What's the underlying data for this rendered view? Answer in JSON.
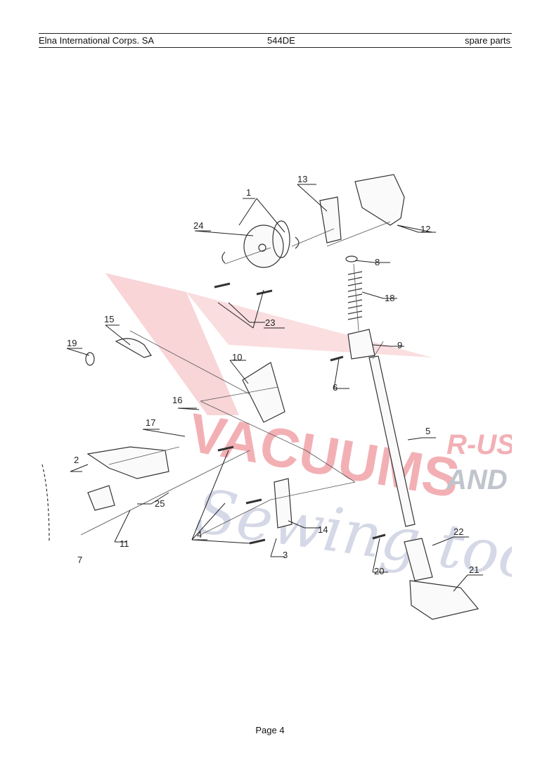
{
  "header": {
    "company": "Elna International Corps. SA",
    "model": "544DE",
    "section": "spare parts"
  },
  "figure": {
    "watermark": {
      "line1": "VACUUMS",
      "line2": "R-US",
      "line3": "AND",
      "line4": "Sewing too"
    },
    "callouts": [
      "1",
      "2",
      "3",
      "4",
      "5",
      "6",
      "7",
      "8",
      "9",
      "10",
      "11",
      "12",
      "13",
      "14",
      "15",
      "16",
      "17",
      "18",
      "19",
      "20",
      "21",
      "22",
      "23",
      "24",
      "25"
    ]
  },
  "footer": {
    "page": "Page 4"
  }
}
